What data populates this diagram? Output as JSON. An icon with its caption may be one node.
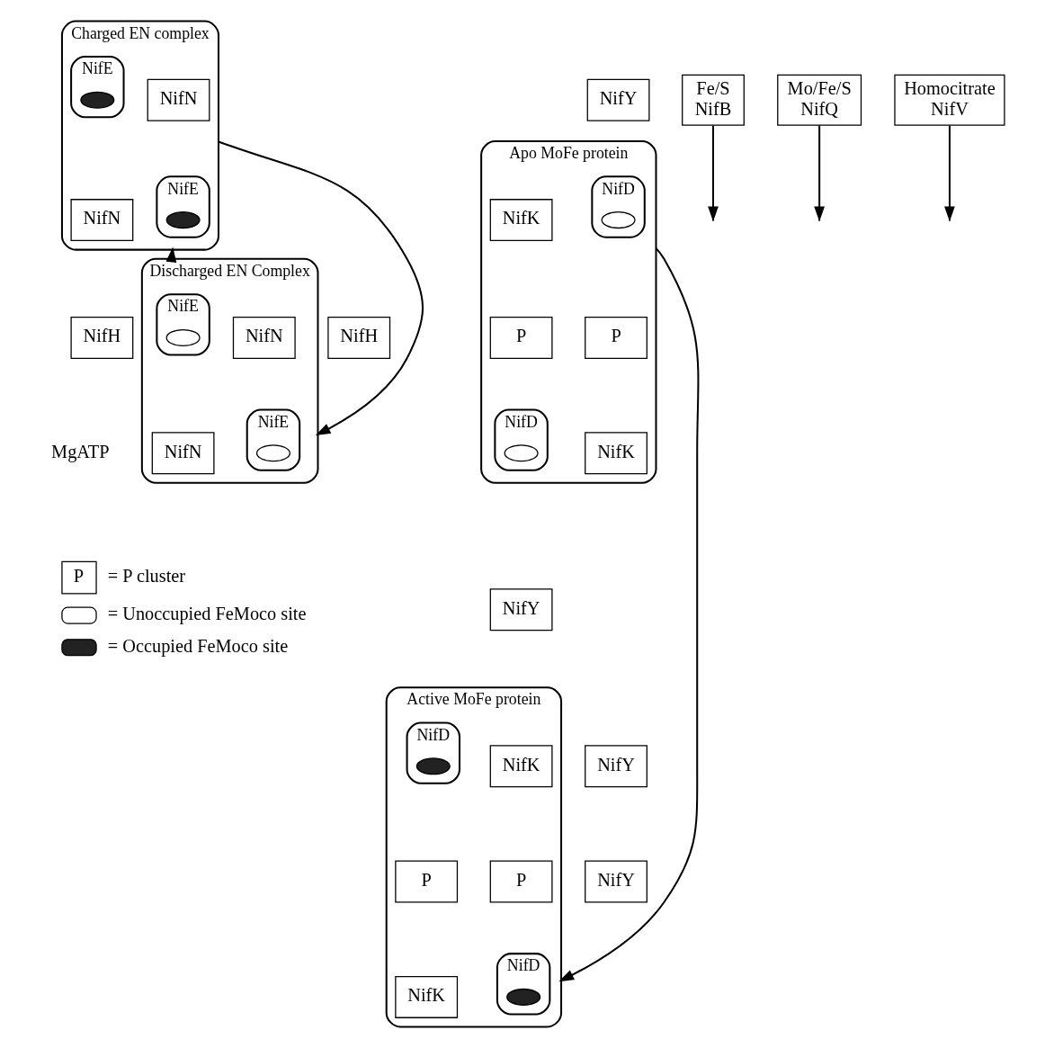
{
  "diagram": {
    "nodes": [
      {
        "text": [
          "Charged EN complex"
        ]
      },
      {
        "text": [
          "NifE"
        ],
        "in": 0
      },
      {
        "text": [
          "NifN"
        ],
        "in": 0
      },
      {
        "text": [
          "NifN"
        ],
        "in": 0
      },
      {
        "text": [
          "NifE"
        ],
        "in": 0
      },
      {
        "text": [],
        "shape": "spotted-ellipse",
        "in": 1
      },
      {
        "text": [],
        "shape": "spotted-ellipse",
        "in": 4
      },
      {
        "text": [
          "Apo MoFe protein"
        ]
      },
      {
        "text": [
          "NifY"
        ]
      },
      {
        "text": [
          "NifD"
        ],
        "in": 7
      },
      {
        "text": [
          "NifK"
        ],
        "in": 7
      },
      {
        "text": [
          "P"
        ],
        "in": 7
      },
      {
        "text": [
          "P"
        ],
        "in": 7
      },
      {
        "text": [
          "NifK"
        ],
        "in": 7
      },
      {
        "text": [
          "NifD"
        ],
        "in": 7
      },
      {
        "text": [],
        "shape": "ellipse",
        "in": 9
      },
      {
        "text": [],
        "shape": "ellipse",
        "in": 14
      },
      {
        "text": [
          "NifY"
        ]
      },
      {
        "text": [
          "Fe/S",
          "NifB"
        ]
      },
      {
        "text": [
          "Mo/Fe/S",
          "NifQ"
        ]
      },
      {
        "text": [
          "NifH"
        ]
      },
      {
        "text": [
          "NifH"
        ]
      },
      {
        "text": [
          "Homocitrate",
          "NifV"
        ]
      },
      {
        "text": [
          "Discharged EN Complex"
        ]
      },
      {
        "text": [
          "NifE"
        ],
        "in": 23
      },
      {
        "text": [
          "NifN"
        ],
        "in": 23
      },
      {
        "text": [
          "NifN"
        ],
        "in": 23
      },
      {
        "text": [
          "NifE"
        ],
        "in": 23
      },
      {
        "text": [],
        "shape": "ellipse",
        "in": 24
      },
      {
        "text": [],
        "shape": "ellipse",
        "in": 27
      },
      {
        "text": [
          "Active MoFe protein"
        ]
      },
      {
        "text": [
          "NifD"
        ],
        "in": 30
      },
      {
        "text": [
          "NifK"
        ],
        "in": 30
      },
      {
        "text": [
          "P"
        ],
        "in": 30
      },
      {
        "text": [
          "P"
        ],
        "in": 30
      },
      {
        "text": [
          "NifK"
        ],
        "in": 30
      },
      {
        "text": [
          "NifD"
        ],
        "in": 30
      },
      {
        "text": [],
        "shape": "spotted-ellipse",
        "in": 31
      },
      {
        "text": [],
        "shape": "spotted-ellipse",
        "in": 36
      },
      {
        "text": [
          "NifY"
        ]
      },
      {
        "text": [
          "NifY"
        ]
      }
    ],
    "edges": [
      {
        "from": 0,
        "to": 23,
        "arrow": "to"
      },
      {
        "from": 23,
        "to": 0,
        "arrow": "to"
      },
      {
        "from": 7,
        "to": 30,
        "arrow": "to"
      },
      {
        "from": 18,
        "to": null,
        "arrow": "to"
      },
      {
        "from": 19,
        "to": null,
        "arrow": "to"
      },
      {
        "from": 22,
        "to": null,
        "arrow": "to"
      }
    ],
    "labels": [
      "MgATP",
      "P"
    ],
    "legend": [
      {
        "text": "= P cluster"
      },
      {
        "text": "= Unoccupied FeMoco site"
      },
      {
        "text": "= Occupied FeMoco site"
      }
    ]
  }
}
